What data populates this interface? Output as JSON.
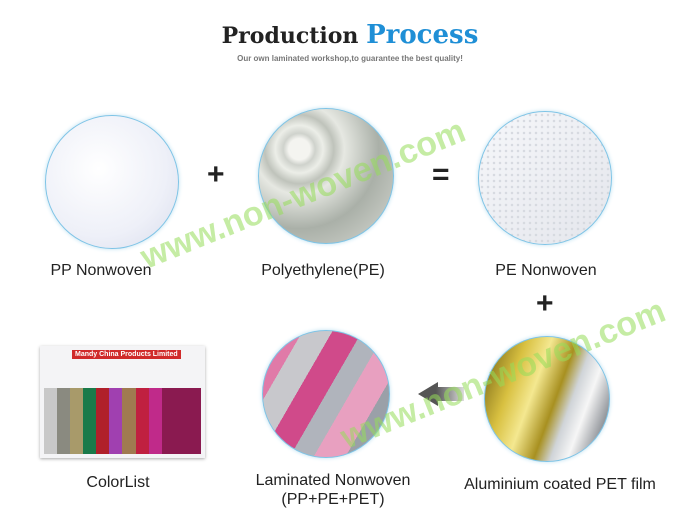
{
  "header": {
    "title_part1": "Production",
    "title_part2": "Process",
    "subtitle": "Our own laminated workshop,to guarantee the best quality!"
  },
  "watermark": "www.non-woven.com",
  "steps": {
    "pp": "PP Nonwoven",
    "pe": "Polyethylene(PE)",
    "pe_nonwoven": "PE Nonwoven",
    "colorlist": "ColorList",
    "laminated": "Laminated Nonwoven",
    "laminated_sub": "(PP+PE+PET)",
    "aluminium": "Aluminium coated PET film"
  },
  "operators": {
    "plus": "+",
    "equals": "="
  },
  "colorcard": {
    "brand": "Mandy China Products Limited",
    "swatches": [
      "#c8c8c8",
      "#8a8a80",
      "#a89a6a",
      "#1a7a4a",
      "#b0202a",
      "#a040b0",
      "#a07a50",
      "#c02040",
      "#c02a8a",
      "#8a1a50"
    ]
  },
  "colors": {
    "accent": "#1f8fd6",
    "watermark": "#96dc5a"
  }
}
